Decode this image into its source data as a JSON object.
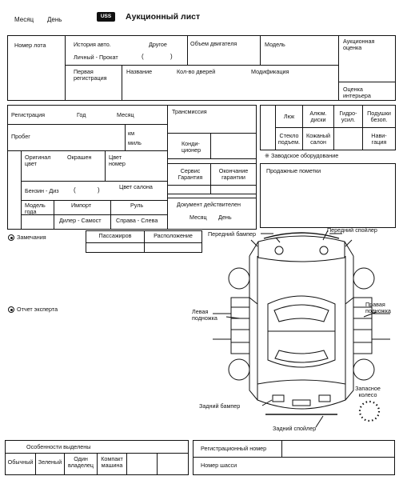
{
  "header": {
    "month": "Месяц",
    "day": "День",
    "badge": "USS",
    "title": "Аукционный лист"
  },
  "lot": {
    "lot_number": "Номер лота",
    "history": "История авто.",
    "other": "Другое",
    "personal_rental": "Личный - Прокат",
    "paren_open": "(",
    "paren_close": ")",
    "engine_volume": "Объем двигателя",
    "model": "Модель",
    "auction_grade": "Аукционная оценка",
    "first_registration": "Первая регистрация",
    "name": "Название",
    "door_count": "Кол-во дверей",
    "modification": "Модификация",
    "interior_grade": "Оценка интерьера"
  },
  "specs": {
    "registration": "Регистрация",
    "year": "Год",
    "month": "Месяц",
    "mileage": "Пробег",
    "km": "км",
    "mile": "миль",
    "original_color": "Оригинал цвет",
    "repainted": "Окрашен",
    "color_number": "Цвет номер",
    "fuel": "Бензин - Диз",
    "paren_open": "(",
    "paren_close": ")",
    "interior_color": "Цвет салона",
    "model_year": "Модель года",
    "import": "Импорт",
    "steering": "Руль",
    "dealer_self": "Дилер - Самост",
    "right_left": "Справа - Слева",
    "transmission": "Трансмиссия",
    "air_conditioner": "Конди- ционер",
    "service_warranty": "Сервис Гарантия",
    "warranty_end": "Окончание гарантии",
    "doc_valid": "Документ действителен",
    "doc_month": "Месяц",
    "doc_day": "День"
  },
  "equipment": {
    "sunroof": "Люк",
    "alloy_wheels": "Алюм. диски",
    "power_steering": "Гидро- усил.",
    "airbags": "Подушки безоп.",
    "power_windows": "Стекло подъем.",
    "leather_seats": "Кожаный салон",
    "navigation": "Нави- гация",
    "factory_options": "※ Заводское оборудование",
    "sales_notes": "Продажные пометки"
  },
  "remarks": {
    "notes": "Замечания",
    "passengers": "Пассажиров",
    "layout": "Расположение",
    "expert_report": "Отчет эксперта"
  },
  "car_diagram": {
    "front_bumper": "Передний бампер",
    "front_spoiler": "Передний спойлер",
    "left_step": "Левая подножка",
    "right_step": "Правая подножка",
    "spare_wheel": "Запасное колесо",
    "rear_bumper": "Задний бампер",
    "rear_spoiler": "Задний спойлер"
  },
  "footer": {
    "features": "Особенности выделены",
    "regular": "Обычный",
    "green": "Зеленый",
    "one_owner": "Один владелец",
    "compact_car": "Компакт машина",
    "reg_number": "Регистрационный номер",
    "chassis_number": "Номер шасси"
  }
}
